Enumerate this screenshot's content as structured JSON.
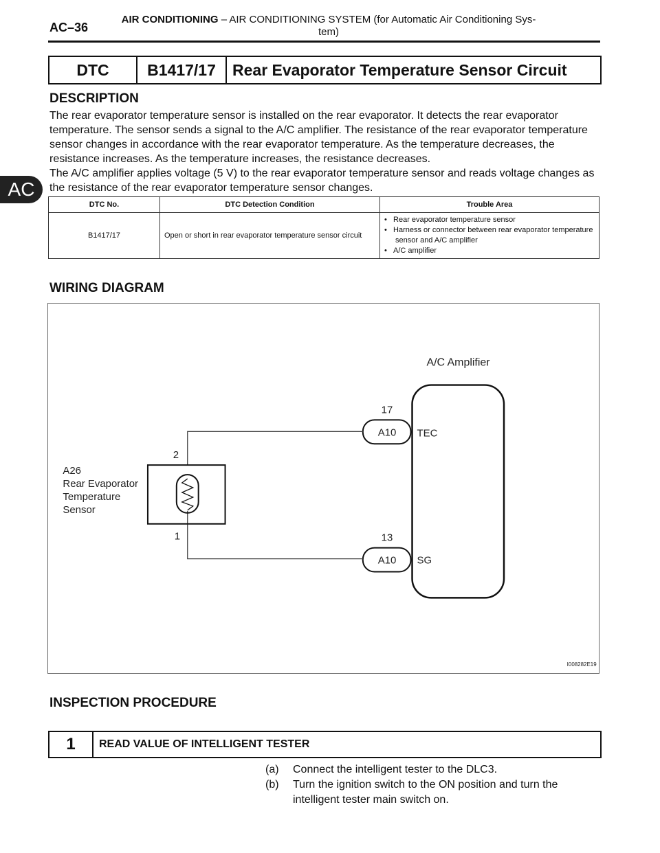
{
  "header": {
    "page_number": "AC–36",
    "section": "AIR CONDITIONING",
    "separator": "–",
    "title_line1": "AIR CONDITIONING SYSTEM (for Automatic Air Conditioning Sys-",
    "title_line2": "tem)"
  },
  "side_tab": "AC",
  "dtc_header": {
    "label": "DTC",
    "code": "B1417/17",
    "name": "Rear Evaporator Temperature Sensor Circuit"
  },
  "description": {
    "heading": "DESCRIPTION",
    "para1": "The rear evaporator temperature sensor is installed on the rear evaporator. It detects the rear evaporator temperature. The sensor sends a signal to the A/C amplifier. The resistance of the rear evaporator temperature sensor changes in accordance with the rear evaporator temperature. As the temperature decreases, the resistance increases. As the temperature increases, the resistance decreases.",
    "para2": "The A/C amplifier applies voltage (5 V) to the rear evaporator temperature sensor and reads voltage changes as the resistance of the rear evaporator temperature sensor changes."
  },
  "dtc_table": {
    "headers": [
      "DTC No.",
      "DTC Detection Condition",
      "Trouble Area"
    ],
    "row": {
      "code": "B1417/17",
      "condition": "Open or short in rear evaporator temperature sensor circuit",
      "areas": [
        "•   Rear evaporator temperature sensor",
        "•   Harness or connector between rear evaporator temperature sensor and A/C amplifier",
        "•   A/C amplifier"
      ]
    }
  },
  "wiring": {
    "heading": "WIRING DIAGRAM",
    "amplifier_label": "A/C Amplifier",
    "sensor_label": [
      "A26",
      "Rear Evaporator",
      "Temperature",
      "Sensor"
    ],
    "pin_top": "2",
    "pin_bottom": "1",
    "conn_top_pin": "17",
    "conn_bottom_pin": "13",
    "connector": "A10",
    "terminal_top": "TEC",
    "terminal_bottom": "SG",
    "figure_id": "I008282E19"
  },
  "inspection": {
    "heading": "INSPECTION PROCEDURE",
    "step_number": "1",
    "step_title": "READ VALUE OF INTELLIGENT TESTER",
    "substeps": [
      {
        "label": "(a)",
        "text": "Connect the intelligent tester to the DLC3."
      },
      {
        "label": "(b)",
        "text": "Turn the ignition switch to the ON position and turn the intelligent tester main switch on."
      }
    ]
  }
}
